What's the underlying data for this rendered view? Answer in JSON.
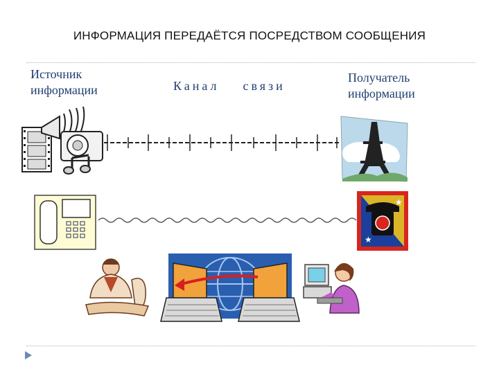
{
  "title": "ИНФОРМАЦИЯ ПЕРЕДАЁТСЯ ПОСРЕДСТВОМ СООБЩЕНИЯ",
  "source": {
    "line1": "Источник",
    "line2": "информации"
  },
  "channel": {
    "word1": "Канал",
    "word2": "связи"
  },
  "receiver": {
    "line1": "Получатель",
    "line2": "информации"
  },
  "colors": {
    "label_text": "#1f3f6f",
    "monitor_blue": "#2a5fb0",
    "arrow_red": "#d62020",
    "stamp_red": "#d7261e",
    "stamp_blue": "#1c3f9b"
  },
  "icons": [
    "film-strip-icon",
    "loudspeaker-icon",
    "music-note-icon",
    "telephone-icon",
    "eiffel-tower-icon",
    "phone-stamp-icon",
    "man-at-desk-icon",
    "network-laptops-icon",
    "woman-at-computer-icon"
  ]
}
